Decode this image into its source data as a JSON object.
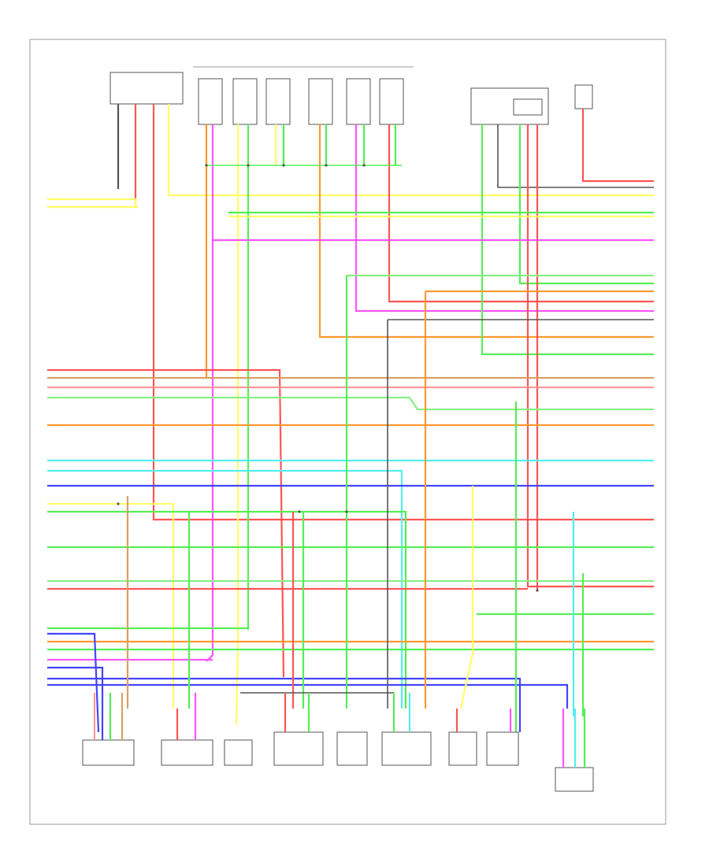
{
  "title": "",
  "page_code": "",
  "upper_group_label": "",
  "colors": {
    "frame": "#9a9a9a",
    "black": "#555555",
    "yellow": "#ffff66",
    "green": "#55ee55",
    "light_green": "#88ee88",
    "red": "#ff5555",
    "pink": "#ff9999",
    "orange": "#ff9933",
    "tan": "#d9a066",
    "magenta": "#ff55ff",
    "blue": "#4444ff",
    "light_blue": "#55eeee",
    "gray": "#aaaaaa",
    "white": "#dddddd"
  },
  "top_components": [
    {
      "id": "tc1",
      "label": ""
    },
    {
      "id": "tc2",
      "label": ""
    },
    {
      "id": "tc3",
      "label": ""
    },
    {
      "id": "tc4",
      "label": ""
    },
    {
      "id": "tc5",
      "label": ""
    },
    {
      "id": "tc6",
      "label": ""
    },
    {
      "id": "tc7",
      "label": ""
    },
    {
      "id": "tc8",
      "label": ""
    },
    {
      "id": "tc9",
      "label": ""
    }
  ],
  "bottom_components": [
    {
      "id": "bc1",
      "label": ""
    },
    {
      "id": "bc2",
      "label": ""
    },
    {
      "id": "bc3",
      "label": ""
    },
    {
      "id": "bc4",
      "label": ""
    },
    {
      "id": "bc5",
      "label": ""
    },
    {
      "id": "bc6",
      "label": ""
    },
    {
      "id": "bc7",
      "label": ""
    },
    {
      "id": "bc8",
      "label": ""
    },
    {
      "id": "bc9",
      "label": ""
    }
  ],
  "wire_legend_note": ""
}
